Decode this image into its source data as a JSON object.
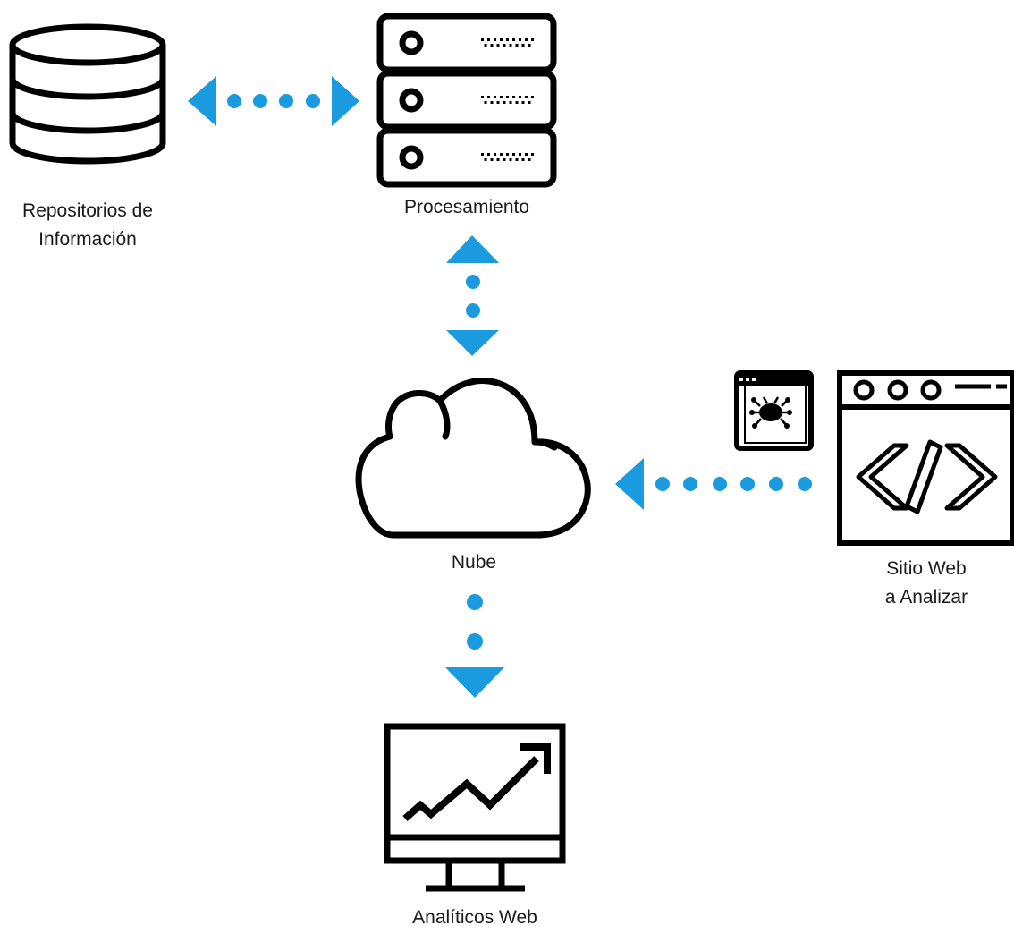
{
  "colors": {
    "icon_stroke": "#000000",
    "connector": "#1a9be0",
    "background": "#ffffff"
  },
  "nodes": {
    "repositorios": {
      "icon": "database-icon",
      "label_line1": "Repositorios de",
      "label_line2": "Información"
    },
    "procesamiento": {
      "icon": "server-rack-icon",
      "label": "Procesamiento"
    },
    "nube": {
      "icon": "cloud-icon",
      "label": "Nube"
    },
    "sitio_web": {
      "icon": "code-window-icon",
      "badge_icon": "bug-window-icon",
      "label_line1": "Sitio Web",
      "label_line2": "a Analizar"
    },
    "analiticos": {
      "icon": "monitor-chart-icon",
      "label": "Analíticos Web"
    }
  },
  "connections": [
    {
      "from": "repositorios",
      "to": "procesamiento",
      "direction": "bidirectional"
    },
    {
      "from": "procesamiento",
      "to": "nube",
      "direction": "bidirectional"
    },
    {
      "from": "sitio_web",
      "to": "nube",
      "direction": "one-way"
    },
    {
      "from": "nube",
      "to": "analiticos",
      "direction": "one-way"
    }
  ]
}
